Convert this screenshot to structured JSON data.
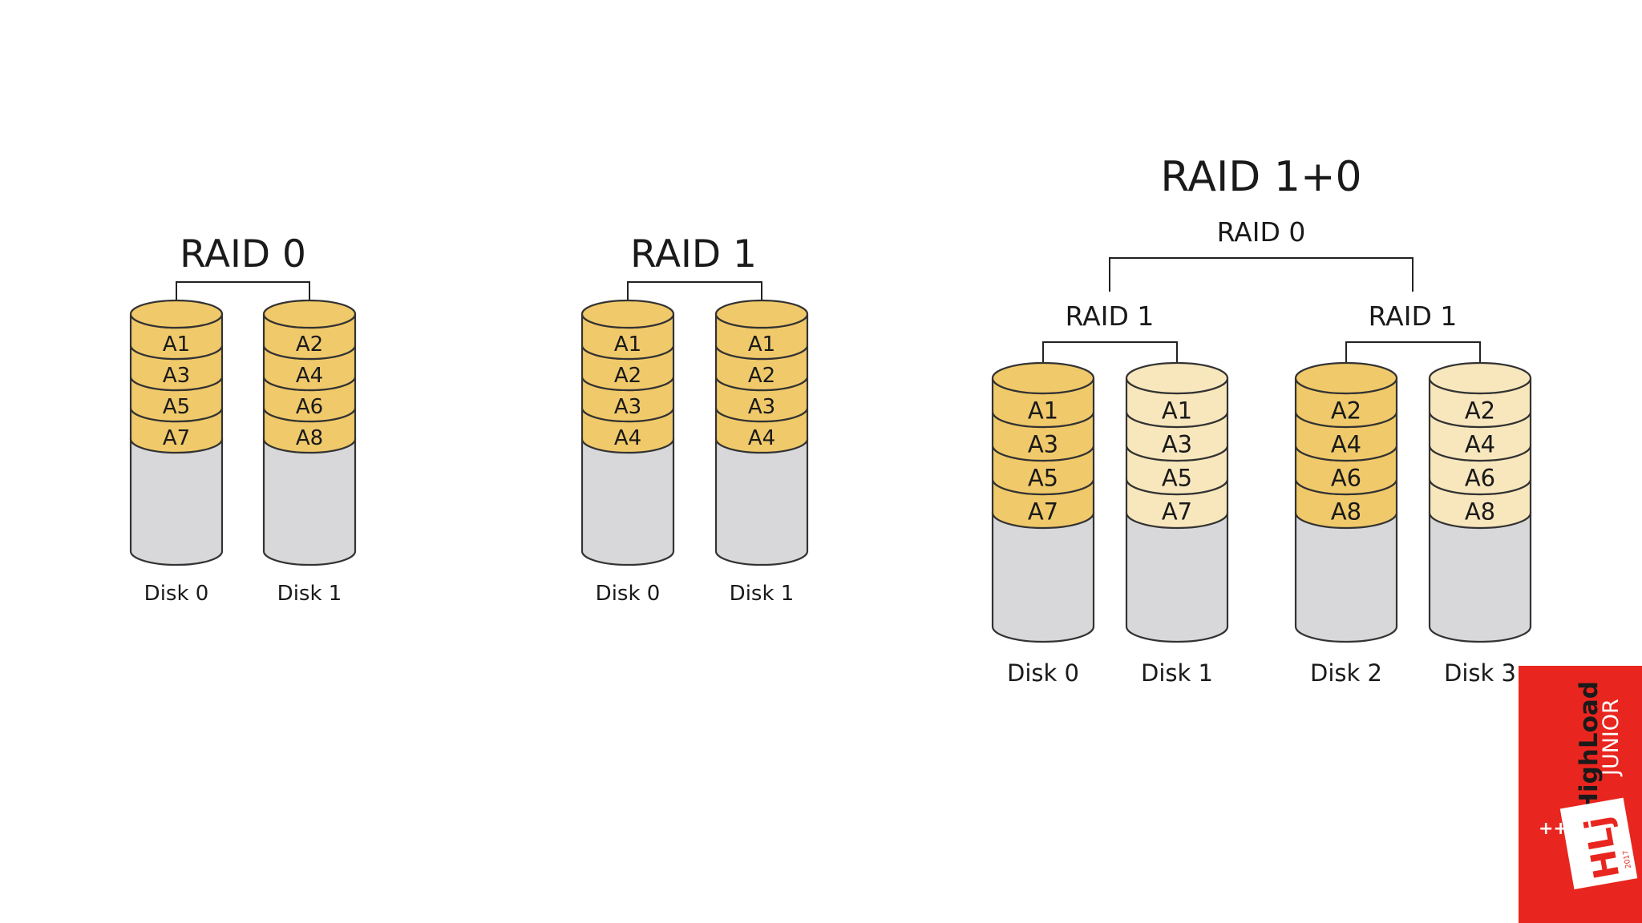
{
  "diagrams": {
    "raid0": {
      "title": "RAID 0",
      "disks": [
        {
          "label": "Disk 0",
          "blocks": [
            "A1",
            "A3",
            "A5",
            "A7"
          ]
        },
        {
          "label": "Disk 1",
          "blocks": [
            "A2",
            "A4",
            "A6",
            "A8"
          ]
        }
      ]
    },
    "raid1": {
      "title": "RAID 1",
      "disks": [
        {
          "label": "Disk 0",
          "blocks": [
            "A1",
            "A2",
            "A3",
            "A4"
          ]
        },
        {
          "label": "Disk 1",
          "blocks": [
            "A1",
            "A2",
            "A3",
            "A4"
          ]
        }
      ]
    },
    "raid10": {
      "title": "RAID 1+0",
      "stripe_label": "RAID 0",
      "mirror_labels": [
        "RAID 1",
        "RAID 1"
      ],
      "disks": [
        {
          "label": "Disk 0",
          "blocks": [
            "A1",
            "A3",
            "A5",
            "A7"
          ],
          "variant": "primary"
        },
        {
          "label": "Disk 1",
          "blocks": [
            "A1",
            "A3",
            "A5",
            "A7"
          ],
          "variant": "mirror"
        },
        {
          "label": "Disk 2",
          "blocks": [
            "A2",
            "A4",
            "A6",
            "A8"
          ],
          "variant": "primary"
        },
        {
          "label": "Disk 3",
          "blocks": [
            "A2",
            "A4",
            "A6",
            "A8"
          ],
          "variant": "mirror"
        }
      ]
    }
  },
  "colors": {
    "block_primary": "#f0c96a",
    "block_mirror": "#f8e7bd",
    "disk_body": "#d8d8da",
    "outline": "#333333",
    "badge": "#e8261f"
  },
  "badge": {
    "brand": "HighLoad",
    "edition": "JUNIOR",
    "logo": "HLj",
    "year": "2017",
    "mark": "++"
  }
}
